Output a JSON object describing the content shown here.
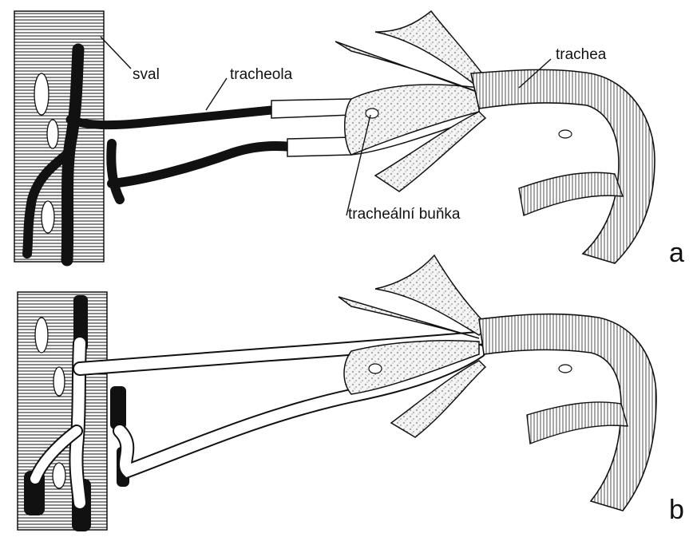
{
  "figure": {
    "labels": {
      "muscle": "sval",
      "tracheole": "tracheola",
      "trachea": "trachea",
      "tracheal_cell": "tracheální buňka"
    },
    "panels": [
      {
        "letter": "a",
        "tracheole_state": "fluid-filled (dark)"
      },
      {
        "letter": "b",
        "tracheole_state": "air-filled (light)"
      }
    ],
    "colors": {
      "ink": "#111111",
      "paper": "#ffffff",
      "cell": "#efefef"
    }
  }
}
